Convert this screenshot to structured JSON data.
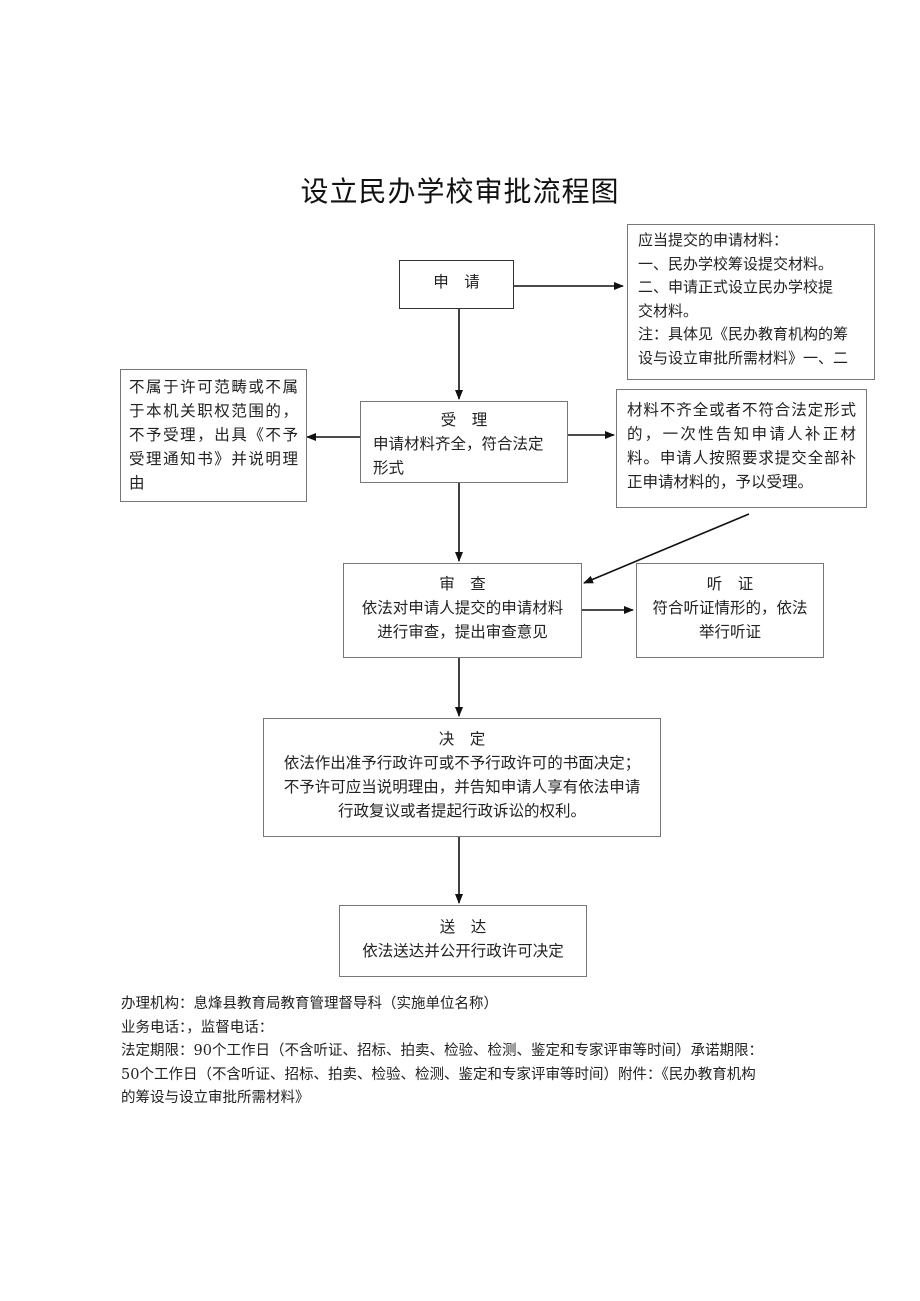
{
  "title": "设立民办学校审批流程图",
  "apply": {
    "label": "申　请"
  },
  "materials": {
    "lines": [
      "应当提交的申请材料：",
      "一、民办学校筹设提交材料。",
      "二、申请正式设立民办学校提",
      "交材料。",
      "注：具体见《民办教育机构的筹",
      "设与设立审批所需材料》一、二"
    ]
  },
  "reject": {
    "text": "不属于许可范畴或不属于本机关职权范围的，不予受理，出具《不予受理通知书》并说明理由"
  },
  "accept": {
    "heading": "受　理",
    "text": "申请材料齐全，符合法定形式"
  },
  "incomplete": {
    "text": "材料不齐全或者不符合法定形式的，一次性告知申请人补正材料。申请人按照要求提交全部补正申请材料的，予以受理。"
  },
  "review": {
    "heading": "审　查",
    "lines": [
      "依法对申请人提交的申请材料",
      "进行审查，提出审查意见"
    ]
  },
  "hearing": {
    "heading": "听　证",
    "lines": [
      "符合听证情形的，依法",
      "举行听证"
    ]
  },
  "decision": {
    "heading": "决　定",
    "lines": [
      "依法作出准予行政许可或不予行政许可的书面决定；",
      "不予许可应当说明理由，并告知申请人享有依法申请",
      "行政复议或者提起行政诉讼的权利。"
    ]
  },
  "deliver": {
    "heading": "送　达",
    "text": "依法送达并公开行政许可决定"
  },
  "footer": {
    "agency": "办理机构：息烽县教育局教育管理督导科（实施单位名称）",
    "phones": "业务电话：，监督电话：",
    "deadline_1": "法定期限：90个工作日（不含听证、招标、拍卖、检验、检测、鉴定和专家评审等时间）承诺期限：",
    "deadline_2": "50个工作日（不含听证、招标、拍卖、检验、检测、鉴定和专家评审等时间）附件：《民办教育机构",
    "deadline_3": "的筹设与设立审批所需材料》"
  }
}
